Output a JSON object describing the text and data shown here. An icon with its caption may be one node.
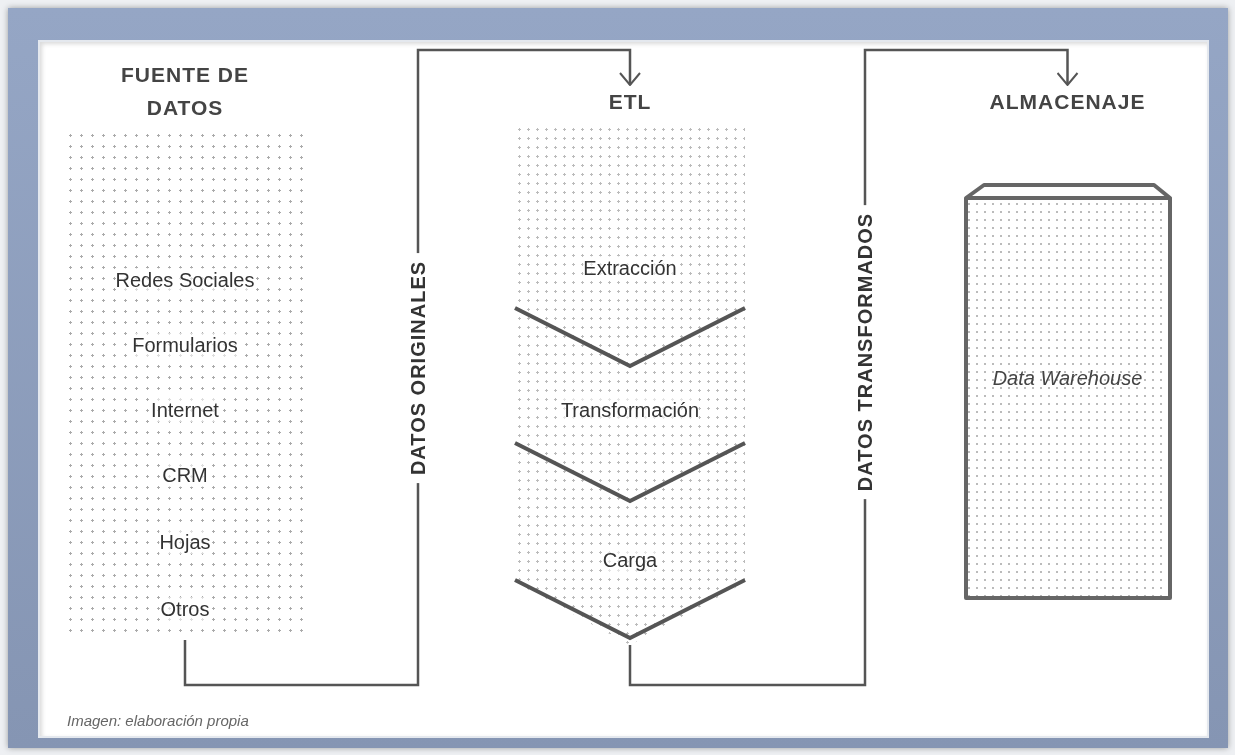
{
  "diagram": {
    "caption": "Imagen: elaboración propia",
    "nodes": [
      {
        "text": [
          "FUENTE DE DATOS",
          "Redes Sociales",
          "Formularios",
          "Internet",
          "CRM",
          "Hojas",
          "Otros"
        ]
      },
      {
        "text": [
          "ETL"
        ]
      },
      {
        "text": [
          "Extracción"
        ],
        "in": 1
      },
      {
        "text": [
          "Transformación"
        ],
        "in": 1
      },
      {
        "text": [
          "Carga"
        ],
        "in": 1
      },
      {
        "text": [
          "ALMACENAJE",
          "Data Warehouse"
        ]
      }
    ],
    "edges": [
      {
        "from": 0,
        "to": 1,
        "arrow": "to",
        "label": "DATOS ORIGINALES"
      },
      {
        "from": 1,
        "to": 5,
        "arrow": "to",
        "label": "DATOS TRANSFORMADOS"
      }
    ]
  }
}
